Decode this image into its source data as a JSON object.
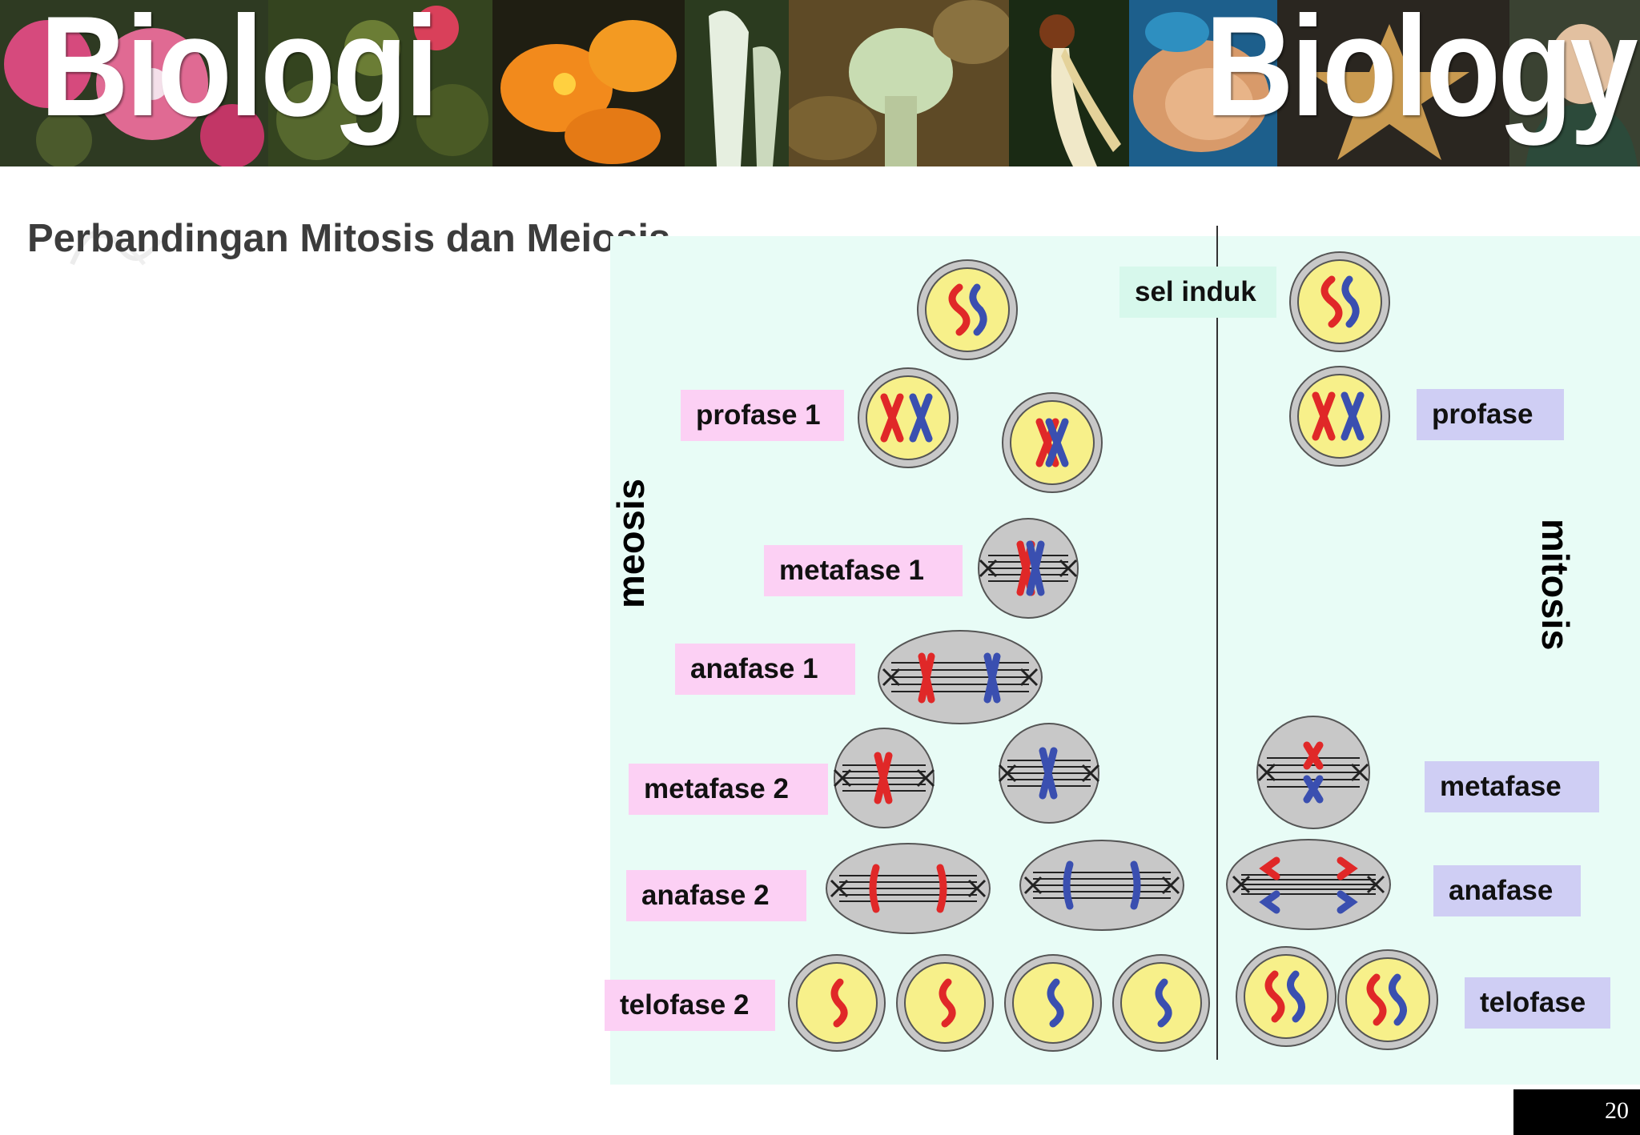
{
  "banner": {
    "left_word": "Biologi",
    "right_word": "Biology"
  },
  "title": "Perbandingan Mitosis dan Meiosis",
  "diagram": {
    "side_labels": {
      "meiosis": "meosis",
      "mitosis": "mitosis"
    },
    "parent_cell_label": "sel induk",
    "meiosis_stages": [
      {
        "label": "profase 1"
      },
      {
        "label": "metafase 1"
      },
      {
        "label": "anafase 1"
      },
      {
        "label": "metafase 2"
      },
      {
        "label": "anafase 2"
      },
      {
        "label": "telofase 2"
      }
    ],
    "mitosis_stages": [
      {
        "label": "profase"
      },
      {
        "label": "metafase"
      },
      {
        "label": "anafase"
      },
      {
        "label": "telofase"
      }
    ]
  },
  "page_number": "20",
  "colors": {
    "panel": "#e8fcf6",
    "meiosis_label": "#fcd0f4",
    "mitosis_label": "#cfcef4",
    "nucleus": "#f7f08a",
    "cell": "#c8c8c8",
    "chromosome_red": "#e02828",
    "chromosome_blue": "#3a4fb0"
  },
  "icons": [
    "cell-icon",
    "chromosome-icon",
    "spindle-icon"
  ]
}
